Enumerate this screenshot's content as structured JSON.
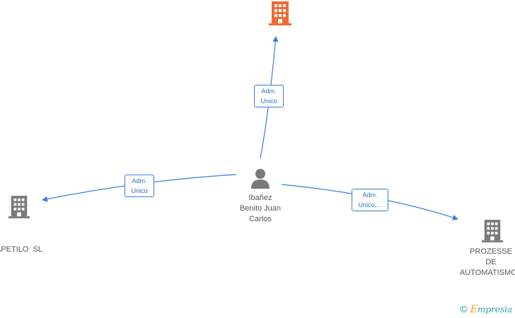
{
  "colors": {
    "edge": "#3b7dd8",
    "building_default": "#7a7a7a",
    "building_highlight": "#f06a35",
    "person": "#7a7a7a"
  },
  "nodes": {
    "top_company": {
      "name": "",
      "icon": "building-icon",
      "highlight": true
    },
    "person": {
      "name_lines": [
        "Ibañez",
        "Benito Juan",
        "Carlos"
      ],
      "icon": "person-icon"
    },
    "left_company": {
      "name": "APETILO  SL",
      "icon": "building-icon"
    },
    "right_company": {
      "name_lines": [
        "PROZESSE",
        "DE",
        "AUTOMATISMOS"
      ],
      "icon": "building-icon"
    }
  },
  "edges": [
    {
      "from": "person",
      "to": "top_company",
      "label_lines": [
        "Adm.",
        "Unico"
      ]
    },
    {
      "from": "person",
      "to": "left_company",
      "label_lines": [
        "Adm.",
        "Unico"
      ]
    },
    {
      "from": "person",
      "to": "right_company",
      "label_lines": [
        "Adm.",
        "Unico,..."
      ]
    }
  ],
  "brand": {
    "copyright": "©",
    "initial": "E",
    "rest": "mpresia"
  }
}
